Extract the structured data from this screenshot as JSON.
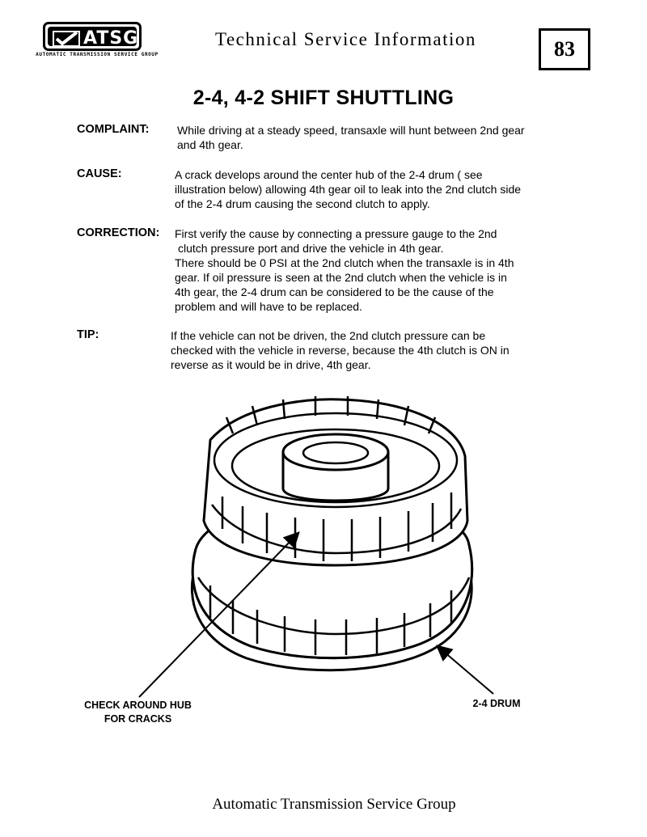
{
  "header": {
    "logo_text": "ATSG",
    "logo_subtext": "AUTOMATIC TRANSMISSION SERVICE GROUP",
    "title": "Technical Service Information",
    "page_number": "83"
  },
  "title": "2-4, 4-2 SHIFT SHUTTLING",
  "sections": {
    "complaint": {
      "label": "COMPLAINT:",
      "lines": [
        "While driving at a steady speed, transaxle will hunt between 2nd gear",
        "and 4th gear."
      ]
    },
    "cause": {
      "label": "CAUSE:",
      "lines": [
        "A crack develops around the center hub of the 2-4 drum ( see",
        "illustration below) allowing 4th gear oil to leak into the 2nd clutch side",
        "of the 2-4 drum causing the second clutch to apply."
      ]
    },
    "correction": {
      "label": "CORRECTION:",
      "lines": [
        "First verify the cause by connecting a pressure gauge to the 2nd",
        "clutch pressure port and drive the vehicle in 4th gear.",
        "There should be 0 PSI at the 2nd clutch when the transaxle is in 4th",
        "gear. If oil pressure is seen at the 2nd clutch when the vehicle is in",
        "4th gear, the 2-4 drum can be considered to be the cause of the",
        "problem and will have to be replaced."
      ]
    },
    "tip": {
      "label": "TIP:",
      "lines": [
        "If the vehicle can not be driven, the 2nd clutch pressure can be",
        "checked with the vehicle in reverse, because the 4th clutch is ON in",
        "reverse as it would be in drive, 4th gear."
      ]
    }
  },
  "callouts": {
    "hub": [
      "CHECK AROUND HUB",
      "FOR CRACKS"
    ],
    "drum": "2-4 DRUM"
  },
  "footer": "Automatic Transmission Service Group"
}
